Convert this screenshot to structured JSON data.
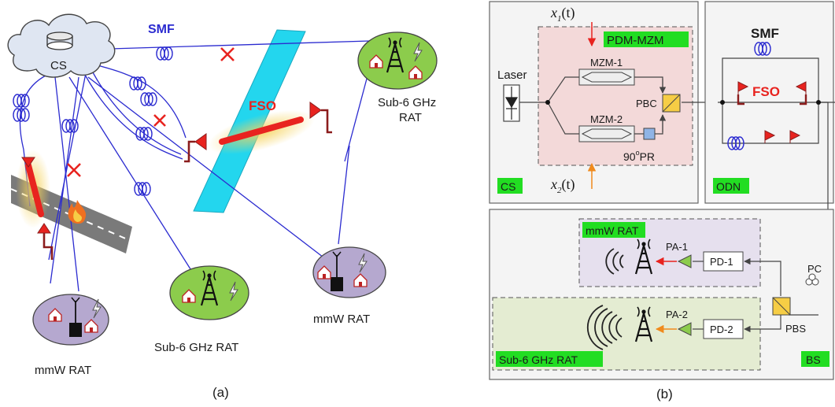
{
  "panel_a": {
    "caption": "(a)",
    "cs": "CS",
    "smf": "SMF",
    "fso": "FSO",
    "sub6_top_l1": "Sub-6 GHz",
    "sub6_top_l2": "RAT",
    "sub6_bottom": "Sub-6 GHz RAT",
    "mmw_right": "mmW RAT",
    "mmw_left": "mmW RAT"
  },
  "panel_b": {
    "caption": "(b)",
    "cs_box": {
      "x1": "x",
      "x1_sub": "1",
      "x1_arg": "(t)",
      "x2": "x",
      "x2_sub": "2",
      "x2_arg": "(t)",
      "pdm_mzm": "PDM-MZM",
      "laser": "Laser",
      "mzm1": "MZM-1",
      "mzm2": "MZM-2",
      "pbc": "PBC",
      "pr_num": "90",
      "pr_deg": "o",
      "pr_label": "PR",
      "tag": "CS"
    },
    "odn_box": {
      "smf": "SMF",
      "fso": "FSO",
      "tag": "ODN"
    },
    "bs_box": {
      "mmw_rat": "mmW RAT",
      "pa1": "PA-1",
      "pd1": "PD-1",
      "pc": "PC",
      "pbs": "PBS",
      "pa2": "PA-2",
      "pd2": "PD-2",
      "sub6_rat": "Sub-6 GHz RAT",
      "tag": "BS"
    }
  },
  "colors": {
    "link": "#2b2bd0",
    "fso_beam": "#e8231f",
    "glow": "#f5d25a",
    "cyan_slab": "#23d6ee",
    "green_rat": "#8ccc4c",
    "purple_rat": "#b5a8cf",
    "tag_green": "#22dd22",
    "pink_box": "#f3d9d9",
    "purple_box": "#e6e0ee",
    "green_box": "#e4ecd2",
    "cs_blue": "#dfe6f2",
    "dark_red": "#8b1c1c",
    "arrow_red": "#e8231f",
    "arrow_orange": "#f08a1d",
    "pbc_yellow": "#f6cd45"
  }
}
